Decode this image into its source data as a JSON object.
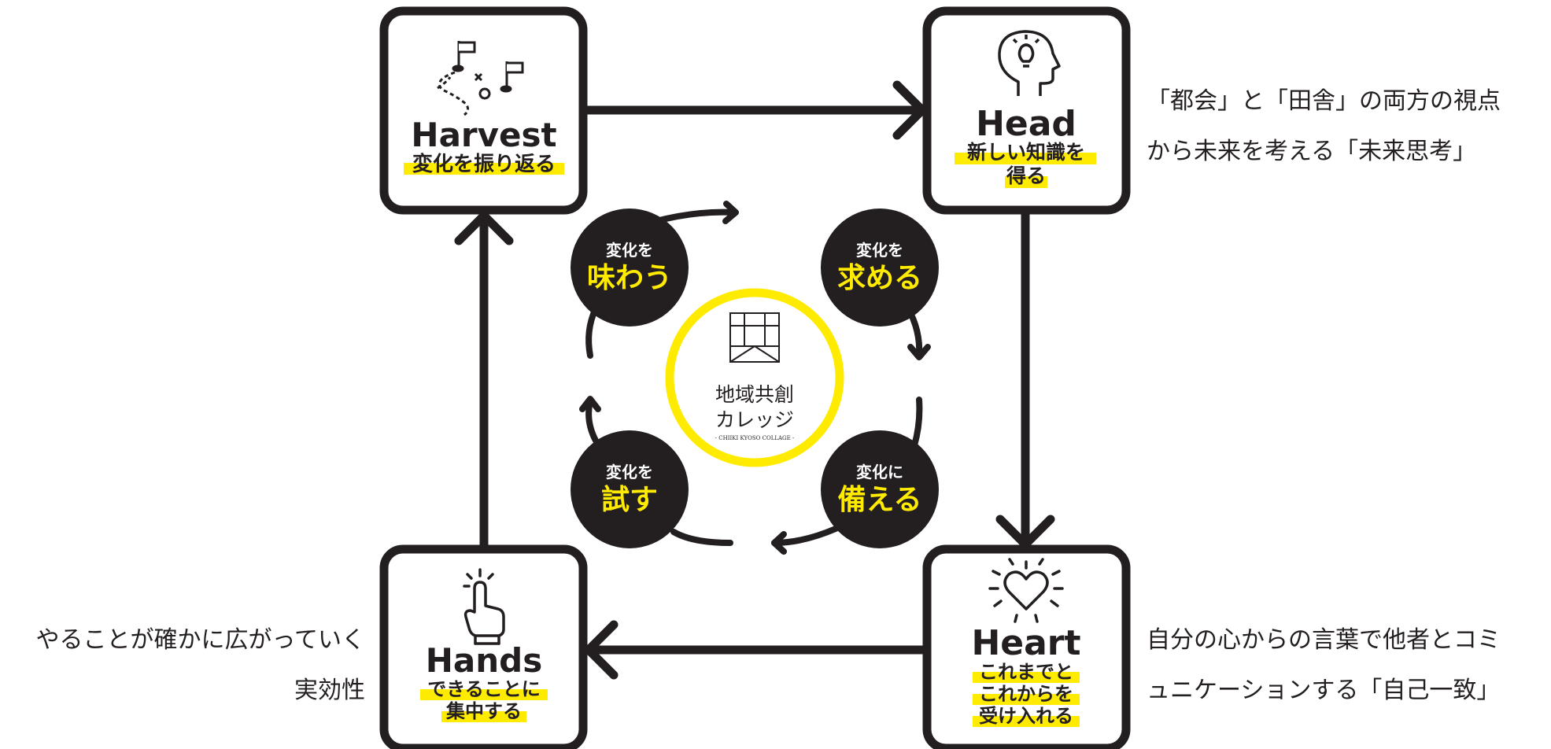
{
  "colors": {
    "dark": "#231f20",
    "accent": "#ffeb00",
    "background": "#ffffff"
  },
  "stages": {
    "harvest": {
      "title": "Harvest",
      "sub": [
        "変化を振り返る"
      ],
      "icon": "flags-route-icon"
    },
    "head": {
      "title": "Head",
      "sub": [
        "新しい知識を",
        "得る"
      ],
      "icon": "head-lightbulb-icon"
    },
    "heart": {
      "title": "Heart",
      "sub": [
        "これまでと",
        "これからを",
        "受け入れる"
      ],
      "icon": "heart-sparkle-icon"
    },
    "hands": {
      "title": "Hands",
      "sub": [
        "できることに",
        "集中する"
      ],
      "icon": "pointing-hand-icon"
    }
  },
  "cycle": {
    "ajiwau": {
      "top": "変化を",
      "main": "味わう"
    },
    "motomeru": {
      "top": "変化を",
      "main": "求める"
    },
    "sonaeru": {
      "top": "変化に",
      "main": "備える"
    },
    "tamesu": {
      "top": "変化を",
      "main": "試す"
    }
  },
  "logo": {
    "line1": "地域共創",
    "line2": "カレッジ",
    "line3": "- CHIIKI KYOSO COLLAGE -",
    "icon": "college-emblem-icon"
  },
  "descriptions": {
    "head": [
      "「都会」と「田舎」の両方の視点",
      "から未来を考える「未来思考」"
    ],
    "heart": [
      "自分の心からの言葉で他者とコミ",
      "ュニケーションする「自己一致」"
    ],
    "hands": [
      "やることが確かに広がっていく",
      "実効性"
    ]
  }
}
